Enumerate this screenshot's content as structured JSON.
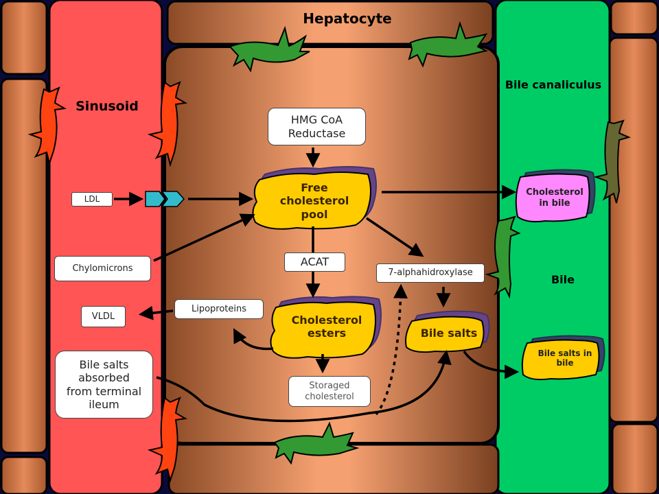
{
  "regions": {
    "hepatocyte": "Hepatocyte",
    "sinusoid": "Sinusoid",
    "bile_canaliculus": "Bile canaliculus",
    "bile": "Bile"
  },
  "enzymes": {
    "hmg": "HMG CoA\nReductase",
    "acat": "ACAT",
    "alpha": "7-alphahidroxylase"
  },
  "pools": {
    "free_cholesterol": "Free\ncholesterol\npool",
    "cholesterol_esters": "Cholesterol\nesters",
    "bile_salts": "Bile salts",
    "cholesterol_in_bile": "Cholesterol\nin bile",
    "bile_salts_in_bile": "Bile salts in\nbile"
  },
  "sinusoid_items": {
    "ldl": "LDL",
    "chylomicrons": "Chylomicrons",
    "vldl": "VLDL",
    "bile_salts_absorbed": "Bile salts\nabsorbed\nfrom terminal\nileum"
  },
  "hepatocyte_items": {
    "lipoproteins": "Lipoproteins",
    "storaged": "Storaged\ncholesterol"
  },
  "colors": {
    "sinusoid": "#ff5555",
    "bile": "#00cc66",
    "pool": "#ffcc00",
    "cholesterol_in_bile": "#ff88ff",
    "wall": "#d87a4a"
  }
}
